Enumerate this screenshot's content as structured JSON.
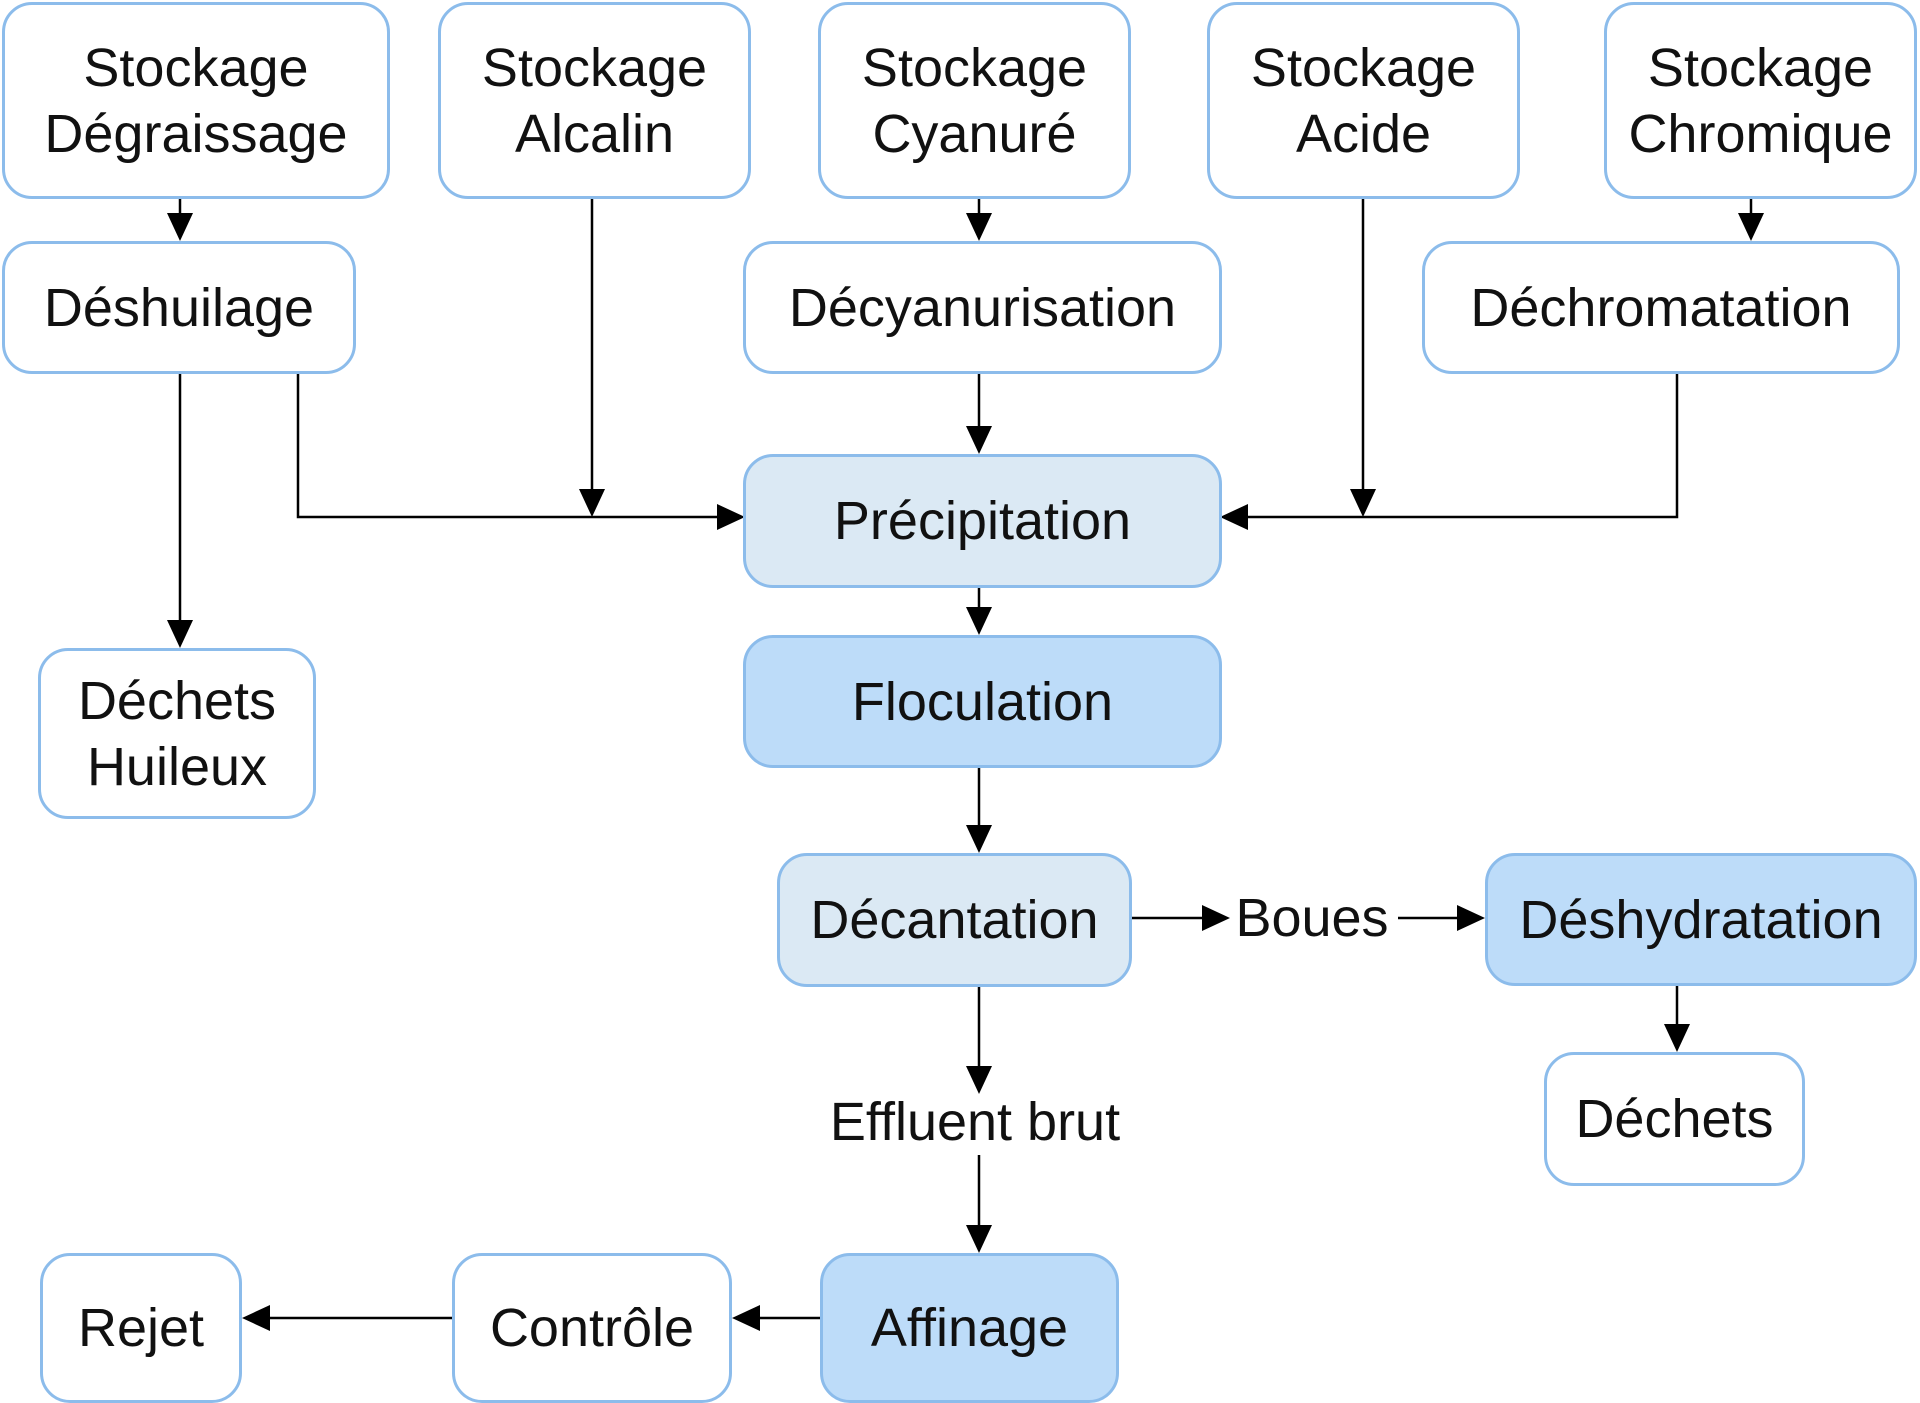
{
  "diagram": {
    "nodes": {
      "stock_degraissage": "Stockage\nDégraissage",
      "stock_alcalin": "Stockage\nAlcalin",
      "stock_cyanure": "Stockage\nCyanuré",
      "stock_acide": "Stockage\nAcide",
      "stock_chromique": "Stockage\nChromique",
      "deshuilage": "Déshuilage",
      "decyanurisation": "Décyanurisation",
      "dechromatation": "Déchromatation",
      "precipitation": "Précipitation",
      "floculation": "Floculation",
      "dechets_huileux": "Déchets\nHuileux",
      "decantation": "Décantation",
      "deshydratation": "Déshydratation",
      "dechets": "Déchets",
      "affinage": "Affinage",
      "controle": "Contrôle",
      "rejet": "Rejet"
    },
    "labels": {
      "boues": "Boues",
      "effluent_brut": "Effluent brut"
    },
    "edges": [
      [
        "stock_degraissage",
        "deshuilage"
      ],
      [
        "deshuilage",
        "dechets_huileux"
      ],
      [
        "deshuilage",
        "precipitation"
      ],
      [
        "stock_alcalin",
        "precipitation"
      ],
      [
        "stock_cyanure",
        "decyanurisation"
      ],
      [
        "decyanurisation",
        "precipitation"
      ],
      [
        "stock_acide",
        "precipitation"
      ],
      [
        "stock_chromique",
        "dechromatation"
      ],
      [
        "dechromatation",
        "precipitation"
      ],
      [
        "precipitation",
        "floculation"
      ],
      [
        "floculation",
        "decantation"
      ],
      [
        "decantation",
        "boues"
      ],
      [
        "boues",
        "deshydratation"
      ],
      [
        "deshydratation",
        "dechets"
      ],
      [
        "decantation",
        "effluent_brut"
      ],
      [
        "effluent_brut",
        "affinage"
      ],
      [
        "affinage",
        "controle"
      ],
      [
        "controle",
        "rejet"
      ]
    ],
    "colors": {
      "border": "#8cbceb",
      "fill_light": "#dbe9f4",
      "fill_mid": "#bddcf9",
      "line": "#000000"
    }
  }
}
